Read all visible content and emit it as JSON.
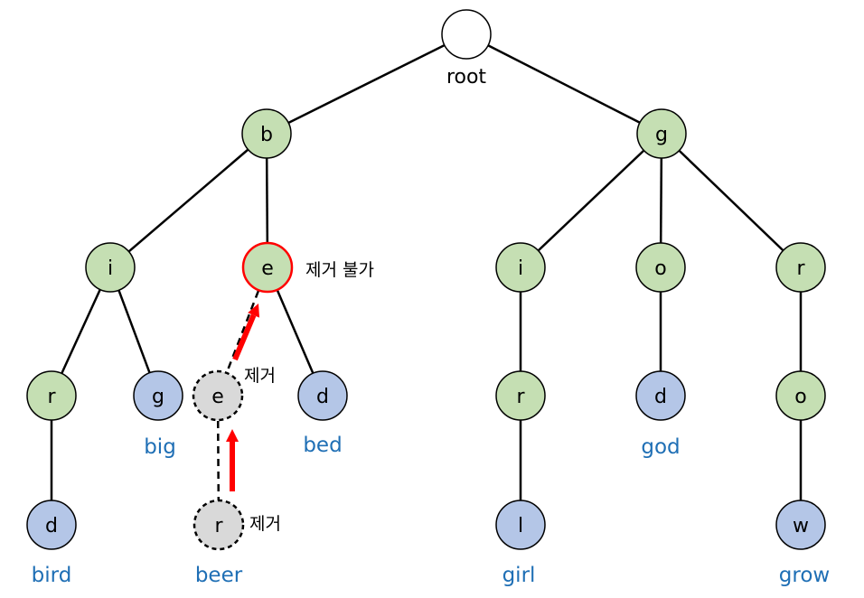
{
  "colors": {
    "internal_fill": "#c5dfb3",
    "leaf_fill": "#b4c6e7",
    "removed_fill": "#d9d9d9",
    "root_fill": "#ffffff",
    "edge": "#000000",
    "highlight_stroke": "#ff0000",
    "arrow": "#ff0000",
    "word_text": "#1f6fb5"
  },
  "nodes": [
    {
      "id": "root",
      "label": "",
      "type": "root"
    },
    {
      "id": "b",
      "label": "b",
      "type": "internal"
    },
    {
      "id": "g",
      "label": "g",
      "type": "internal"
    },
    {
      "id": "bi",
      "label": "i",
      "type": "internal"
    },
    {
      "id": "be",
      "label": "e",
      "type": "blocked"
    },
    {
      "id": "bir",
      "label": "r",
      "type": "internal"
    },
    {
      "id": "big",
      "label": "g",
      "type": "leaf"
    },
    {
      "id": "bee",
      "label": "e",
      "type": "removed"
    },
    {
      "id": "bed",
      "label": "d",
      "type": "leaf"
    },
    {
      "id": "bird",
      "label": "d",
      "type": "leaf"
    },
    {
      "id": "beer",
      "label": "r",
      "type": "removed"
    },
    {
      "id": "gi",
      "label": "i",
      "type": "internal"
    },
    {
      "id": "go",
      "label": "o",
      "type": "internal"
    },
    {
      "id": "gr",
      "label": "r",
      "type": "internal"
    },
    {
      "id": "gir",
      "label": "r",
      "type": "internal"
    },
    {
      "id": "god",
      "label": "d",
      "type": "leaf"
    },
    {
      "id": "gro",
      "label": "o",
      "type": "internal"
    },
    {
      "id": "girl",
      "label": "l",
      "type": "leaf"
    },
    {
      "id": "grow",
      "label": "w",
      "type": "leaf"
    }
  ],
  "edges": [
    {
      "from": "root",
      "to": "b",
      "style": "solid"
    },
    {
      "from": "root",
      "to": "g",
      "style": "solid"
    },
    {
      "from": "b",
      "to": "bi",
      "style": "solid"
    },
    {
      "from": "b",
      "to": "be",
      "style": "solid"
    },
    {
      "from": "bi",
      "to": "bir",
      "style": "solid"
    },
    {
      "from": "bi",
      "to": "big",
      "style": "solid"
    },
    {
      "from": "bir",
      "to": "bird",
      "style": "solid"
    },
    {
      "from": "be",
      "to": "bee",
      "style": "dashed"
    },
    {
      "from": "be",
      "to": "bed",
      "style": "solid"
    },
    {
      "from": "bee",
      "to": "beer",
      "style": "dashed"
    },
    {
      "from": "g",
      "to": "gi",
      "style": "solid"
    },
    {
      "from": "g",
      "to": "go",
      "style": "solid"
    },
    {
      "from": "g",
      "to": "gr",
      "style": "solid"
    },
    {
      "from": "gi",
      "to": "gir",
      "style": "solid"
    },
    {
      "from": "gir",
      "to": "girl",
      "style": "solid"
    },
    {
      "from": "go",
      "to": "god",
      "style": "solid"
    },
    {
      "from": "gr",
      "to": "gro",
      "style": "solid"
    },
    {
      "from": "gro",
      "to": "grow",
      "style": "solid"
    }
  ],
  "root_label": "root",
  "words": {
    "bird": "bird",
    "big": "big",
    "beer": "beer",
    "bed": "bed",
    "girl": "girl",
    "god": "god",
    "grow": "grow"
  },
  "notes": {
    "blocked": "제거 불가",
    "remove_e": "제거",
    "remove_r": "제거"
  },
  "arrows": [
    {
      "from": "beer",
      "to": "bee"
    },
    {
      "from": "bee",
      "to": "be"
    }
  ]
}
